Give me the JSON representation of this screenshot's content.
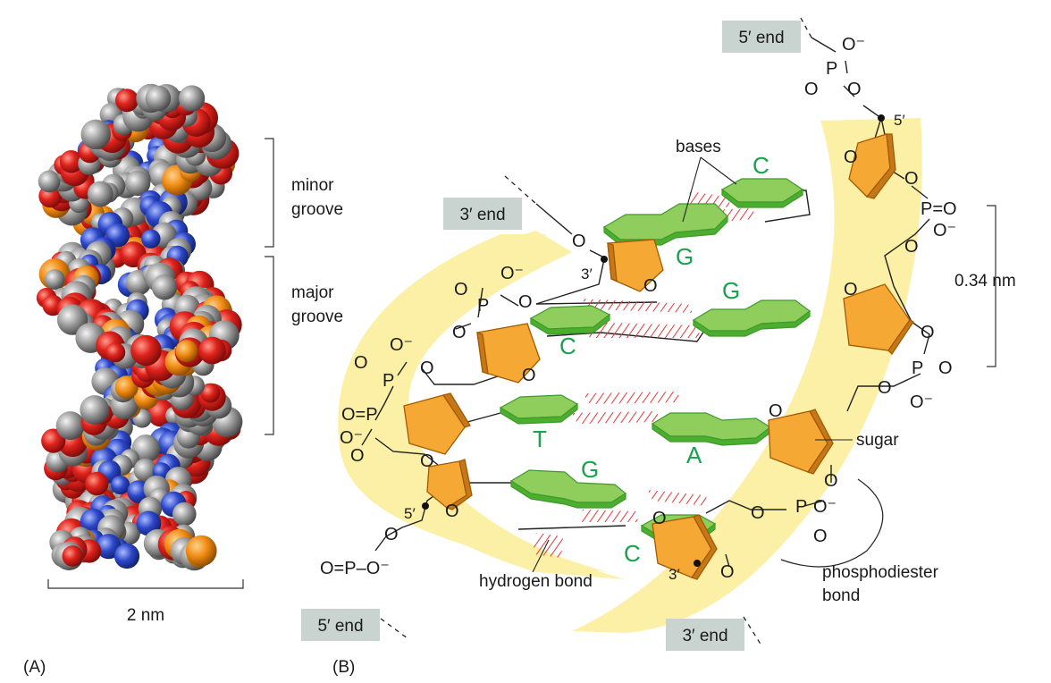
{
  "panel_a": {
    "label": "(A)",
    "minor_groove_line1": "minor",
    "minor_groove_line2": "groove",
    "major_groove_line1": "major",
    "major_groove_line2": "groove",
    "width_label": "2 nm"
  },
  "panel_b": {
    "label": "(B)",
    "end_top_right": "5′ end",
    "end_left_upper": "3′ end",
    "end_bottom_left": "5′ end",
    "end_bottom_right": "3′ end",
    "bases_label": "bases",
    "sugar_label": "sugar",
    "hbond_label": "hydrogen bond",
    "phosphodiester_line1": "phosphodiester",
    "phosphodiester_line2": "bond",
    "rise_label": "0.34 nm",
    "prime5": "5′",
    "prime3": "3′",
    "bases": {
      "c_top": "C",
      "g_upper": "G",
      "g_right": "G",
      "c_left": "C",
      "t": "T",
      "a": "A",
      "g_low": "G",
      "c_low": "C"
    },
    "atoms": {
      "o": "O",
      "p": "P",
      "o_minus": "O⁻",
      "p_eq_o": "P=O",
      "o_eq_p": "O=P",
      "o_eq_p_o_minus": "O=P–O⁻"
    }
  },
  "colors": {
    "backbone": "#fcf0a6",
    "sugar": "#f6a834",
    "base": "#8fce5c",
    "base_text": "#17a34a",
    "hbond": "#e2383a",
    "end_box": "#c9d3cf"
  }
}
